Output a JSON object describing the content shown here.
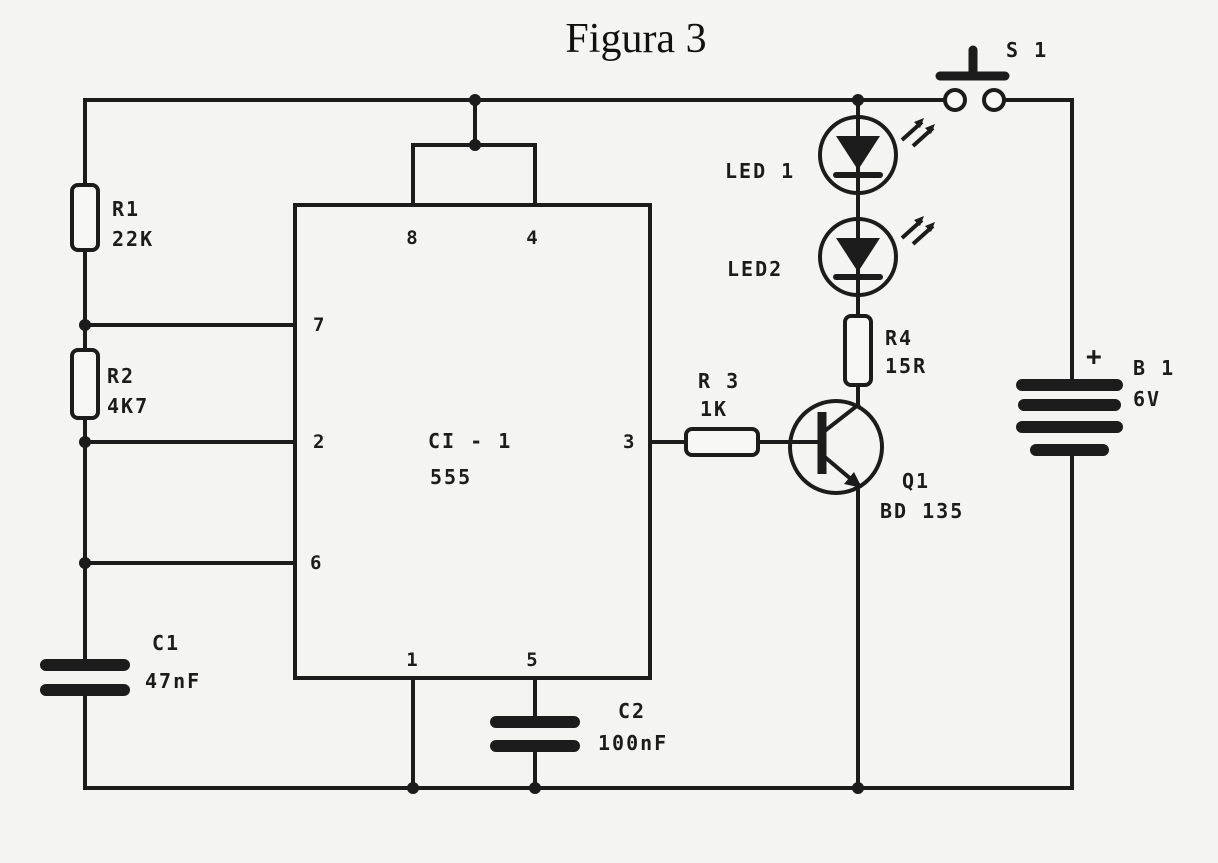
{
  "title": "Figura 3",
  "ic": {
    "name": "CI - 1",
    "type": "555",
    "pins": {
      "p8": "8",
      "p4": "4",
      "p7": "7",
      "p2": "2",
      "p6": "6",
      "p3": "3",
      "p1": "1",
      "p5": "5"
    }
  },
  "components": {
    "r1": {
      "ref": "R1",
      "value": "22K"
    },
    "r2": {
      "ref": "R2",
      "value": "4K7"
    },
    "r3": {
      "ref": "R 3",
      "value": "1K"
    },
    "r4": {
      "ref": "R4",
      "value": "15R"
    },
    "c1": {
      "ref": "C1",
      "value": "47nF"
    },
    "c2": {
      "ref": "C2",
      "value": "100nF"
    },
    "led1": {
      "ref": "LED 1"
    },
    "led2": {
      "ref": "LED2"
    },
    "q1": {
      "ref": "Q1",
      "value": "BD 135"
    },
    "b1": {
      "ref": "B 1",
      "value": "6V",
      "polarity": "+"
    },
    "s1": {
      "ref": "S 1"
    }
  }
}
